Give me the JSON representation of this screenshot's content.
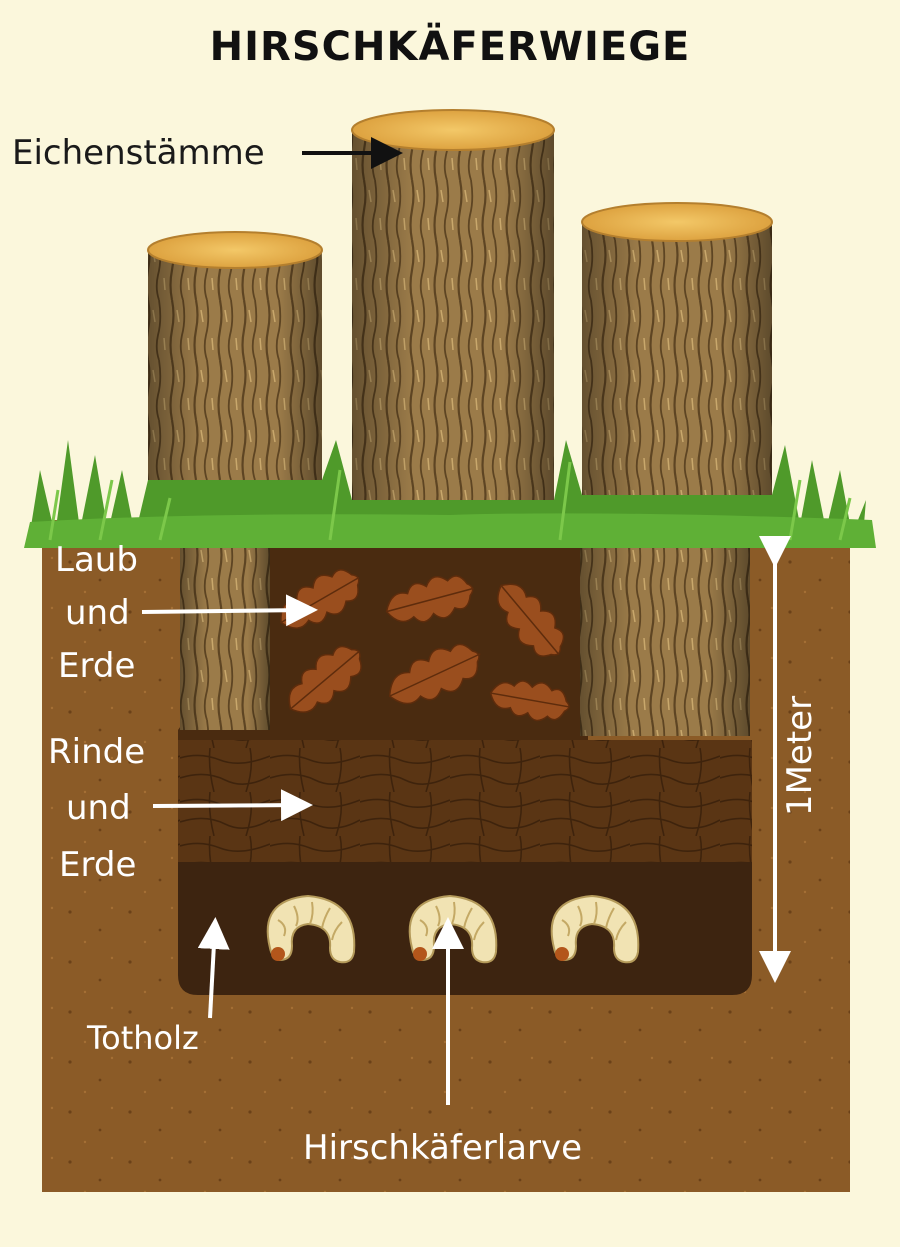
{
  "title": "HIRSCHKÄFERWIEGE",
  "labels": {
    "logs": "Eichenstämme",
    "leaves_line1": "Laub",
    "leaves_line2": "und",
    "leaves_line3": "Erde",
    "bark_line1": "Rinde",
    "bark_line2": "und",
    "bark_line3": "Erde",
    "deadwood": "Totholz",
    "larva": "Hirschkäferlarve",
    "depth": "1Meter"
  },
  "colors": {
    "background": "#fbf7dc",
    "soil": "#8a5a26",
    "grass": "#5aa832",
    "log_bark": "#9a7a48",
    "log_top": "#e9b650"
  }
}
